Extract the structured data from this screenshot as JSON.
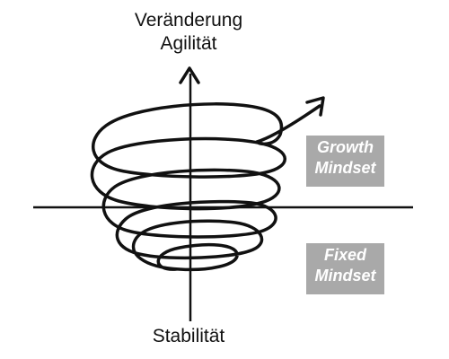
{
  "axis_labels": {
    "top_line1": "Veränderung",
    "top_line2": "Agilität",
    "bottom": "Stabilität"
  },
  "boxes": {
    "growth": {
      "line1": "Growth",
      "line2": "Mindset"
    },
    "fixed": {
      "line1": "Fixed",
      "line2": "Mindset"
    }
  },
  "colors": {
    "stroke": "#111111",
    "box_fill": "#a9a9a9",
    "box_text": "#ffffff"
  }
}
